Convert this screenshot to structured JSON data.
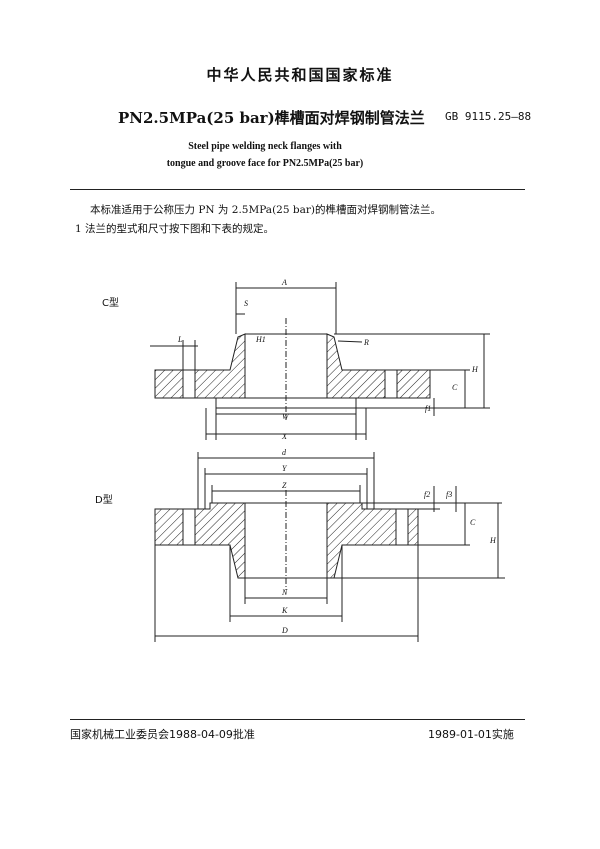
{
  "header": {
    "title": "中华人民共和国国家标准"
  },
  "standard": {
    "title_cn": "PN2.5MPa(25 bar)榫槽面对焊钢制管法兰",
    "number": "GB 9115.25—88",
    "title_en_line1": "Steel pipe welding neck flanges with",
    "title_en_line2": "tongue and groove face for PN2.5MPa(25 bar)"
  },
  "body": {
    "intro": "本标准适用于公称压力 PN 为 2.5MPa(25 bar)的榫槽面对焊钢制管法兰。",
    "clause1": "1  法兰的型式和尺寸按下图和下表的规定。"
  },
  "figures": {
    "c_type_label": "C型",
    "d_type_label": "D型",
    "c_dims": {
      "A": "A",
      "S": "S",
      "L": "L",
      "H1": "H1",
      "R": "R",
      "H": "H",
      "C": "C",
      "f1": "f1",
      "W": "W",
      "X": "X"
    },
    "d_dims": {
      "d": "d",
      "Y": "Y",
      "Z": "Z",
      "f2": "f2",
      "f3": "f3",
      "C": "C",
      "H": "H",
      "N": "N",
      "K": "K",
      "D": "D"
    }
  },
  "footer": {
    "approve": "国家机械工业委员会1988-04-09批准",
    "implement": "1989-01-01实施"
  }
}
